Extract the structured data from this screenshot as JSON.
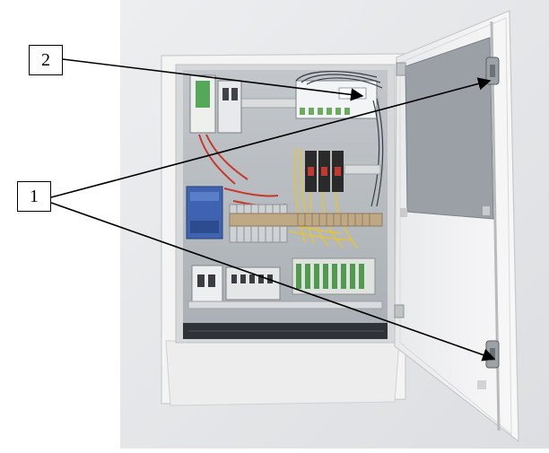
{
  "callouts": [
    {
      "id": "2",
      "label": "2"
    },
    {
      "id": "1",
      "label": "1"
    }
  ],
  "colors": {
    "background": "#e6e7e9",
    "cabinet": "#f2f2f2",
    "backplate": "#b7bcc1",
    "door_panel": "#9aa0a6",
    "wire_yellow": "#e4c23a",
    "wire_red": "#c8382a",
    "breaker_black": "#2a2a2a",
    "terminal_green": "#4f9a4c",
    "psu_blue": "#3f63b0",
    "leader": "#000000"
  },
  "icons": [
    "hinge-icon",
    "arrowhead-icon"
  ]
}
